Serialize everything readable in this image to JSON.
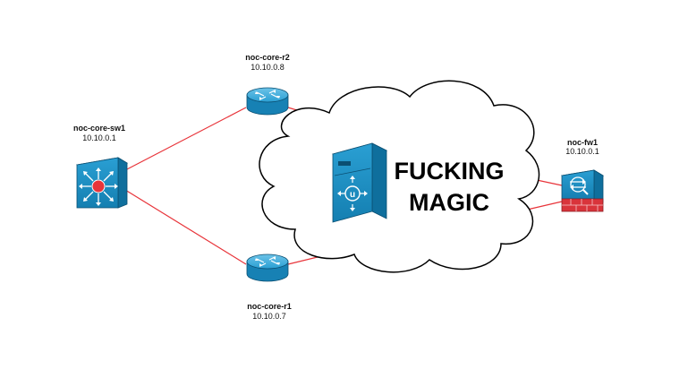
{
  "nodes": {
    "sw1": {
      "name": "noc-core-sw1",
      "ip": "10.10.0.1",
      "icon": "layer3-switch-icon"
    },
    "r2": {
      "name": "noc-core-r2",
      "ip": "10.10.0.8",
      "icon": "router-icon"
    },
    "r1": {
      "name": "noc-core-r1",
      "ip": "10.10.0.7",
      "icon": "router-icon"
    },
    "fw1": {
      "name": "noc-fw1",
      "ip": "10.10.0.1",
      "icon": "firewall-icon"
    },
    "cloud": {
      "line1": "FUCKING",
      "line2": "MAGIC",
      "icon": "unified-server-icon"
    }
  },
  "colors": {
    "link": "#e8343a",
    "device": "#1e93c6",
    "device_dark": "#0e6f9a",
    "firewall_brick": "#d9343b"
  }
}
